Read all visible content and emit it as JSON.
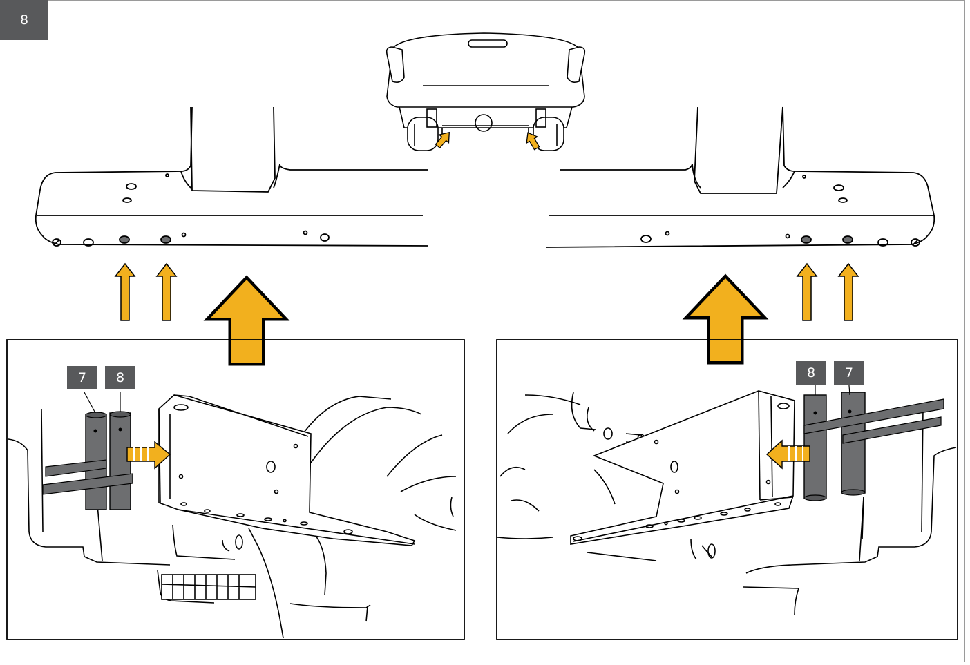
{
  "step": {
    "number": "8"
  },
  "part_labels": {
    "left_tube_a": "7",
    "left_tube_b": "8",
    "right_tube_a": "8",
    "right_tube_b": "7"
  },
  "colors": {
    "arrow_fill": "#f2b01e",
    "badge_fill": "#58595b",
    "tube_fill": "#6d6e70",
    "line": "#000000"
  },
  "icons": [
    "up-arrow-icon",
    "right-arrow-icon",
    "left-arrow-icon"
  ]
}
